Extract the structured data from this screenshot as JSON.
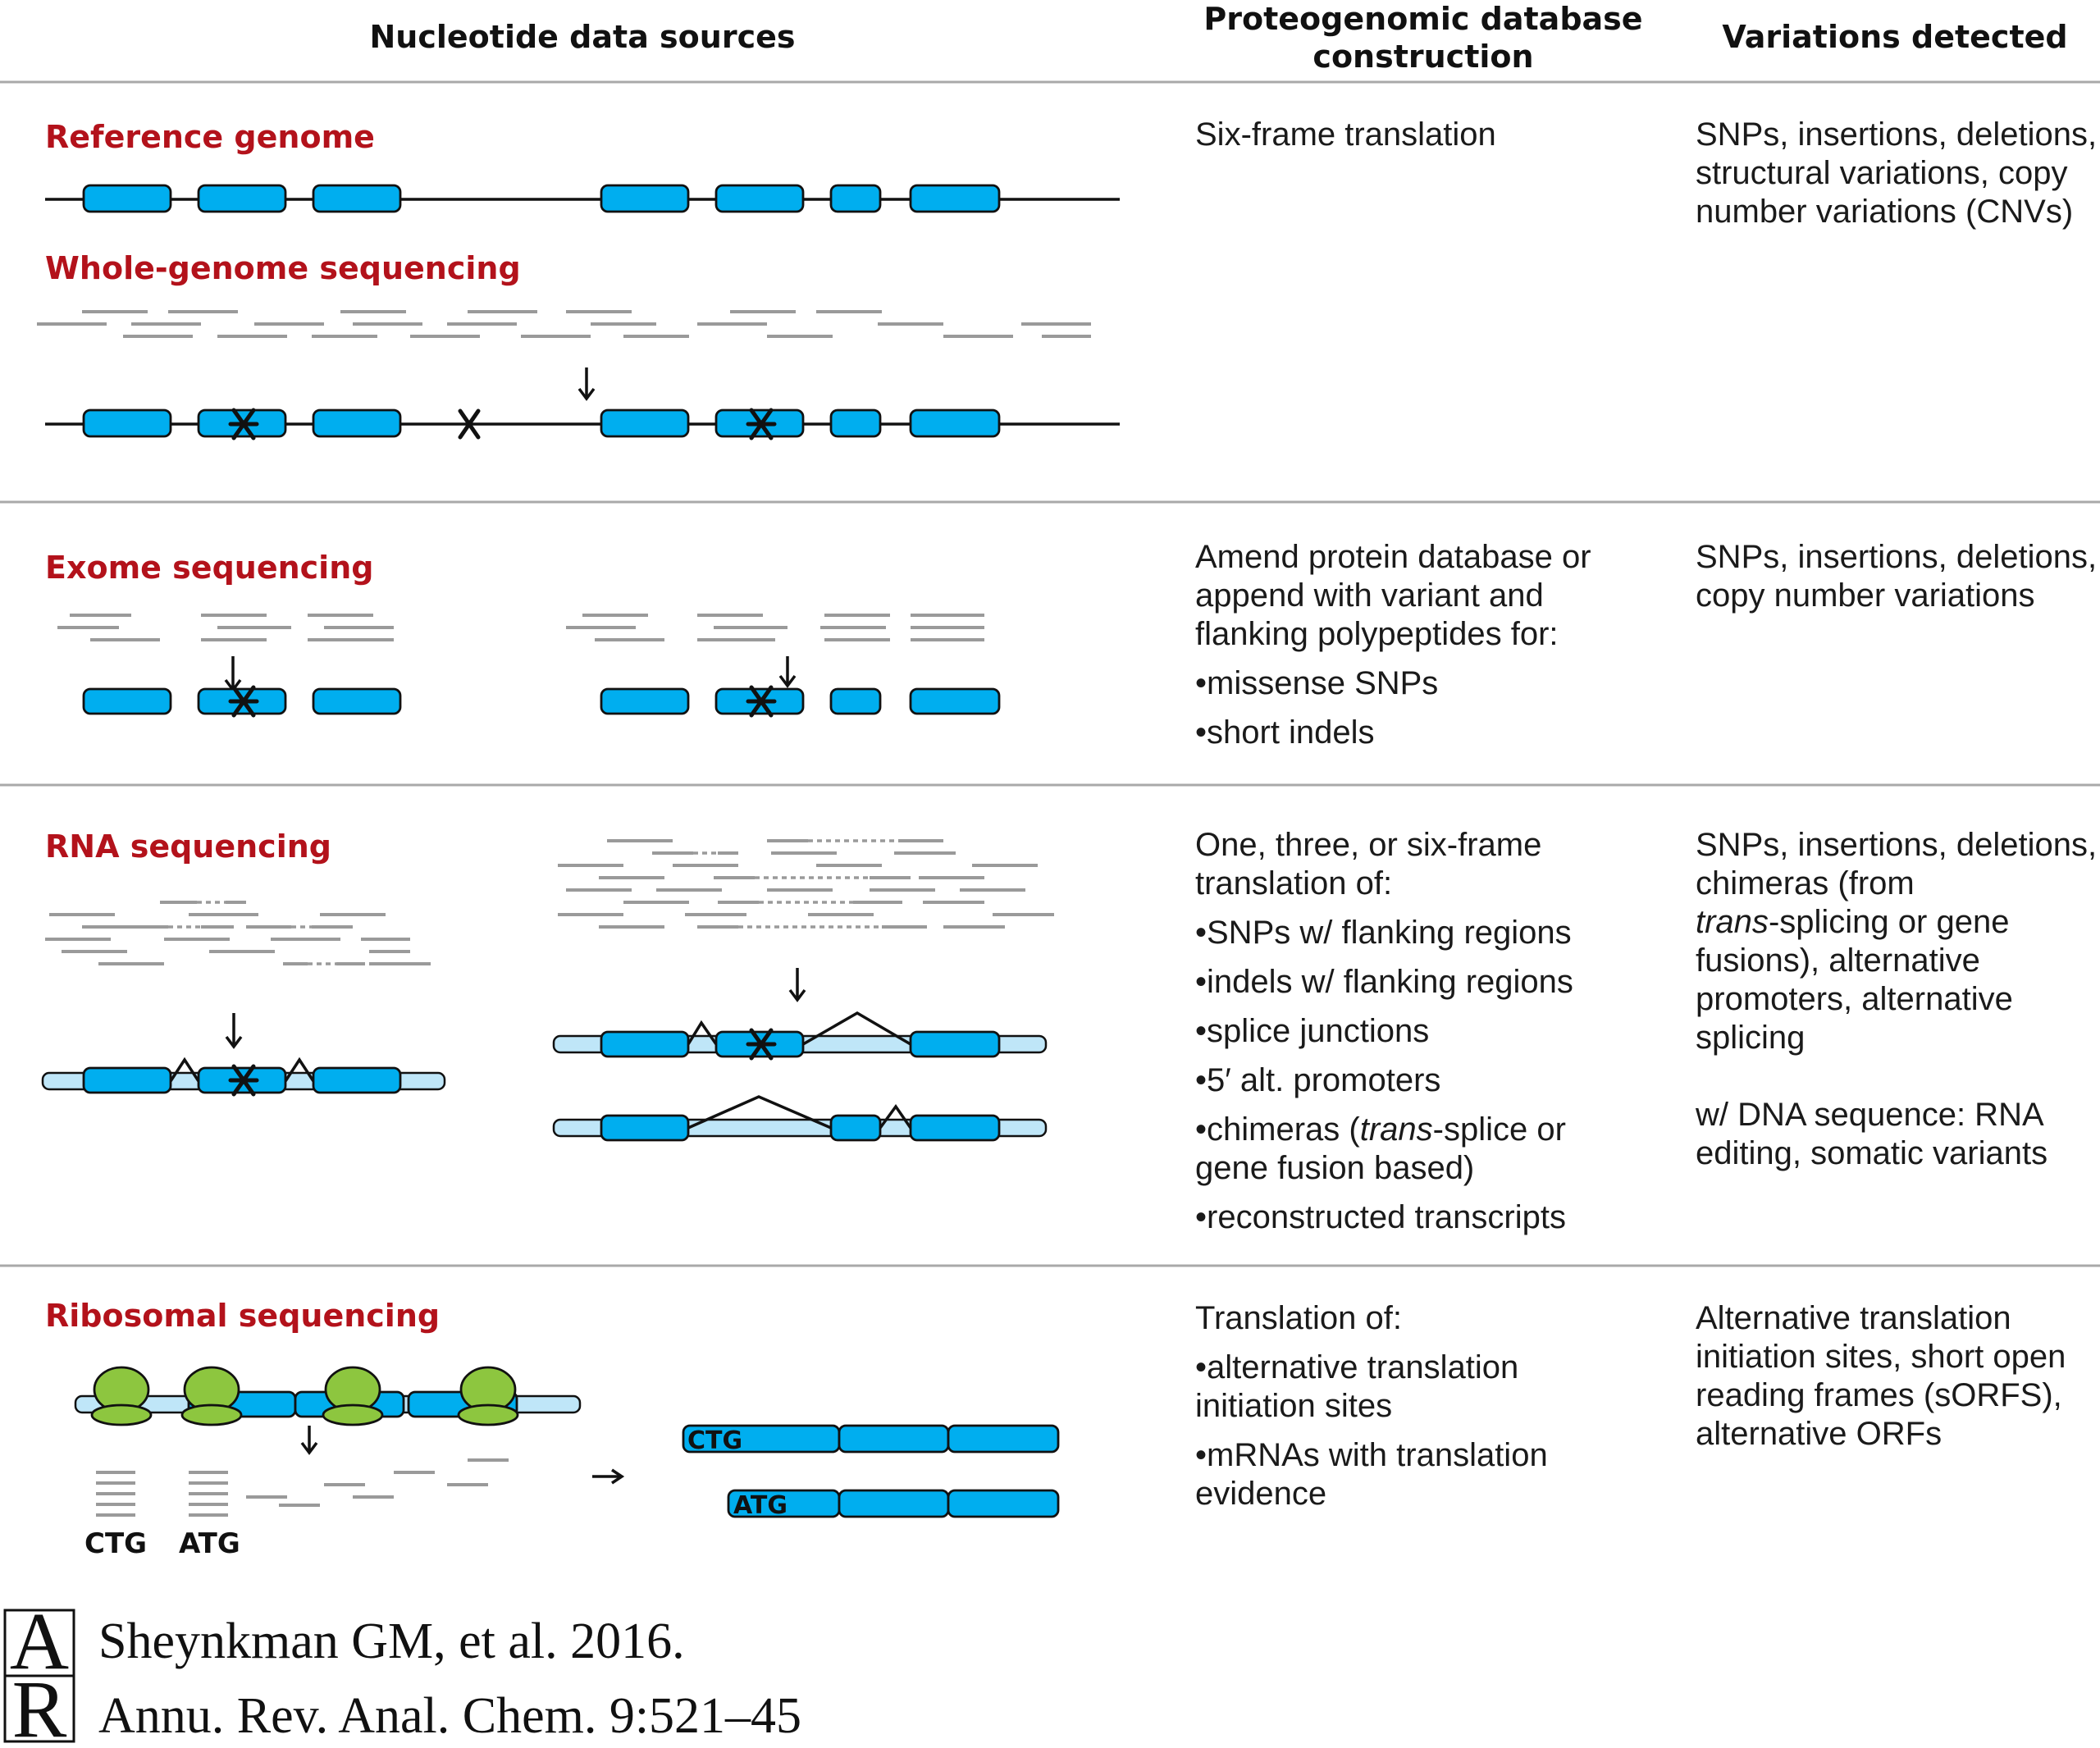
{
  "headers": {
    "col1": "Nucleotide data sources",
    "col2_line1": "Proteogenomic database",
    "col2_line2": "construction",
    "col3": "Variations detected"
  },
  "sections": {
    "reference": {
      "title": "Reference genome"
    },
    "wgs": {
      "title": "Whole-genome sequencing"
    },
    "row1": {
      "construction": [
        "Six-frame translation"
      ],
      "variations": [
        "SNPs, insertions, deletions,",
        "structural variations, copy",
        "number variations (CNVs)"
      ]
    },
    "exome": {
      "title": "Exome sequencing",
      "construction": [
        "Amend protein database or",
        "append with variant and",
        "flanking polypeptides for:"
      ],
      "bullets": [
        "•missense SNPs",
        "•short indels"
      ],
      "variations": [
        "SNPs, insertions, deletions,",
        "copy number variations"
      ]
    },
    "rna": {
      "title": "RNA sequencing",
      "construction": [
        "One, three, or six-frame",
        "translation of:"
      ],
      "bullets": [
        "•SNPs w/ flanking regions",
        "•indels w/ flanking regions",
        "•splice junctions",
        "•5′ alt. promoters"
      ],
      "bullet_chimera_pre": "•chimeras (",
      "bullet_chimera_italic": "trans",
      "bullet_chimera_post": "-splice or",
      "bullet_chimera_line2": "gene fusion based)",
      "bullet_last": "•reconstructed transcripts",
      "variations_line1": "SNPs, insertions, deletions,",
      "variations_line2": "chimeras (from",
      "variations_italic": "trans",
      "variations_line3_post": "-splicing or gene",
      "variations_rest": [
        "fusions), alternative",
        "promoters, alternative",
        "splicing"
      ],
      "variations_dna": [
        "w/ DNA sequence: RNA",
        "editing, somatic variants"
      ]
    },
    "ribo": {
      "title": "Ribosomal sequencing",
      "codons": [
        "CTG",
        "ATG"
      ],
      "construction": [
        "Translation of:"
      ],
      "bullets1": [
        "•alternative translation",
        "initiation sites"
      ],
      "bullets2": [
        "•mRNAs with translation",
        "evidence"
      ],
      "variations": [
        "Alternative translation",
        "initiation sites, short open",
        "reading frames (sORFS),",
        "alternative ORFs"
      ]
    }
  },
  "citation": {
    "logo": [
      "A",
      "R"
    ],
    "line1": "Sheynkman GM, et al. 2016.",
    "line2": "Annu. Rev. Anal. Chem. 9:521–45"
  },
  "colors": {
    "exon": "#00aeef",
    "utr": "#bfe6f8",
    "ribosome": "#8dc63f",
    "section_title": "#b3121b",
    "read": "#9a9a9a"
  }
}
